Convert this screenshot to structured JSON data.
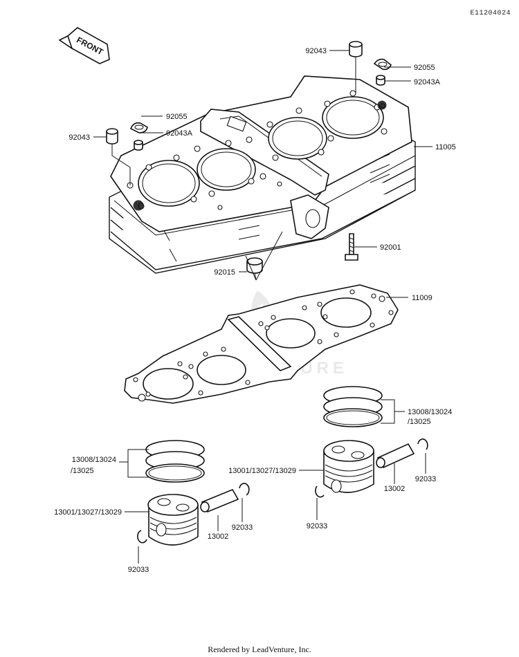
{
  "drawing_id": "E11204024",
  "direction_label": "FRONT",
  "footer": "Rendered by LeadVenture, Inc.",
  "watermark": "LEADVENTURE",
  "callouts": {
    "c_92043_top": "92043",
    "c_92055_top": "92055",
    "c_92043A_top": "92043A",
    "c_11005": "11005",
    "c_92055_left": "92055",
    "c_92043A_left": "92043A",
    "c_92043_left": "92043",
    "c_92001": "92001",
    "c_92015": "92015",
    "c_11009": "11009",
    "c_rings_right_1": "13008/13024",
    "c_rings_right_2": "/13025",
    "c_piston_right": "13001/13027/13029",
    "c_13002_right": "13002",
    "c_92033_right_pin": "92033",
    "c_92033_right_clip": "92033",
    "c_rings_left_1": "13008/13024",
    "c_rings_left_2": "/13025",
    "c_piston_left": "13001/13027/13029",
    "c_92033_left_pin": "92033",
    "c_13002_left": "13002",
    "c_92033_left_clip": "92033"
  }
}
